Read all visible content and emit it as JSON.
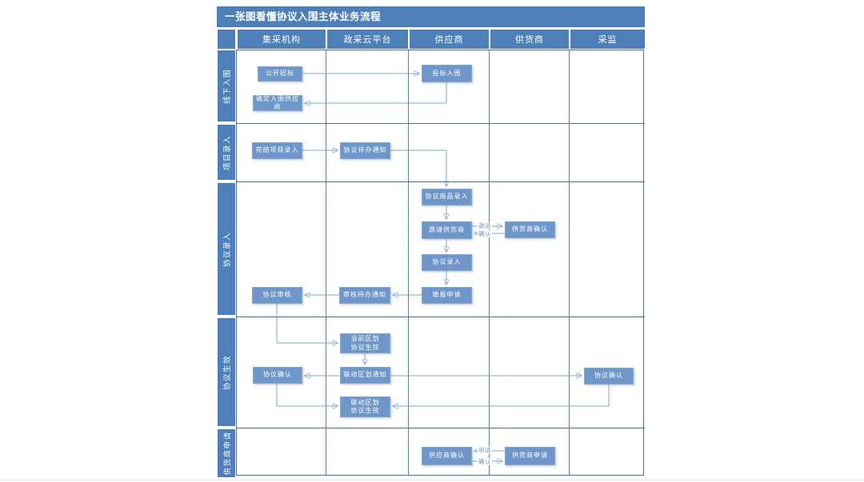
{
  "title": "一张图看懂协议入围主体业务流程",
  "columns": [
    "集采机构",
    "政采云平台",
    "供应商",
    "供货商",
    "采监"
  ],
  "rows": [
    "线下入围",
    "项目录入",
    "协议录入",
    "协议生效",
    "供货商申请"
  ],
  "nodes": {
    "public_bidding": "公开招标",
    "bid_shortlist": "投标入围",
    "confirm_shortlist_suppliers": "确定入围供应商",
    "finish_project_entry": "完结项目录入",
    "agreement_todo_notice": "协议待办通知",
    "agreement_goods_entry": "协议商品录入",
    "invite_vendors": "邀请供货商",
    "vendor_confirm": "供货商确认",
    "agreement_entry": "协议录入",
    "fill_application": "填报申请",
    "review_todo_notice": "审核待办通知",
    "agreement_review": "协议审核",
    "current_division_line1": "当前区划",
    "current_division_line2": "协议生效",
    "linked_division_notice": "联动区划通知",
    "agreement_confirm_left": "协议确认",
    "linked_division_line1": "联动区划",
    "linked_division_line2": "协议生效",
    "agreement_confirm_right": "协议确认",
    "supplier_confirm": "供应商确认",
    "vendor_apply": "供货商申请"
  },
  "edge_labels": {
    "invite": "邀请",
    "invite_confirm": "确认",
    "apply": "申请",
    "apply_confirm": "确认"
  },
  "colors": {
    "header_blue": "#4d7fb9",
    "node_blue": "#6f96c8",
    "connector_blue": "#7ea4d0",
    "arrow_blue": "#4f81bd",
    "grid_line": "#4f6d94",
    "background": "#ffffff"
  }
}
